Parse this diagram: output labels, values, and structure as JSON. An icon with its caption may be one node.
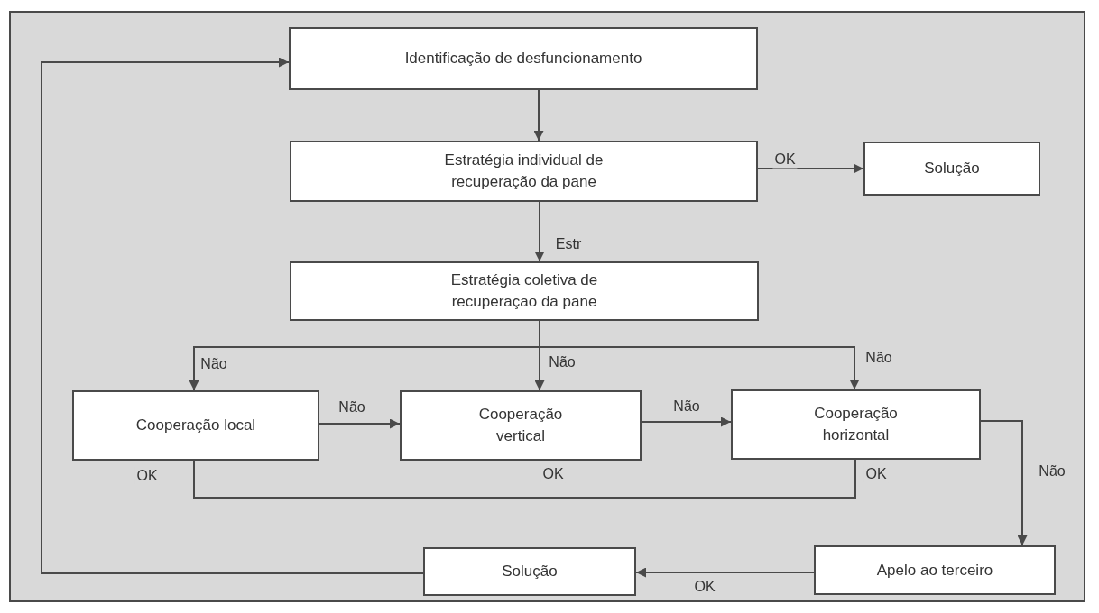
{
  "diagram": {
    "nodes": [
      {
        "text": [
          "Identificação de desfuncionamento"
        ]
      },
      {
        "text": [
          "Estratégia individual de recuperação da pane"
        ]
      },
      {
        "text": [
          "Solução"
        ]
      },
      {
        "text": [
          "Estratégia coletiva de recuperaçao da pane"
        ]
      },
      {
        "text": [
          "Cooperação local"
        ],
        "beside": [
          "OK"
        ]
      },
      {
        "text": [
          "Cooperação vertical"
        ],
        "beside": [
          "OK"
        ]
      },
      {
        "text": [
          "Cooperação horizontal"
        ],
        "beside": [
          "OK"
        ]
      },
      {
        "text": [
          "Solução"
        ]
      },
      {
        "text": [
          "Apelo ao terceiro"
        ]
      }
    ],
    "edges": [
      {
        "from": 0,
        "to": 1,
        "arrow": "to"
      },
      {
        "from": 1,
        "to": 2,
        "arrow": "to",
        "label": "OK"
      },
      {
        "from": 1,
        "to": 3,
        "arrow": "to",
        "label": "Estr"
      },
      {
        "from": 3,
        "to": 4,
        "arrow": "to",
        "label": "Não"
      },
      {
        "from": 3,
        "to": 5,
        "arrow": "to",
        "label": "Não"
      },
      {
        "from": 3,
        "to": 6,
        "arrow": "to",
        "label": "Não"
      },
      {
        "from": 4,
        "to": 5,
        "arrow": "to",
        "label": "Não"
      },
      {
        "from": 5,
        "to": 6,
        "arrow": "to",
        "label": "Não"
      },
      {
        "from": 6,
        "to": 8,
        "arrow": "to",
        "label": "Não"
      },
      {
        "from": 8,
        "to": 7,
        "arrow": "to",
        "label": "OK"
      },
      {
        "from": 7,
        "to": 0,
        "arrow": "to"
      },
      {
        "from": 4,
        "to": 6,
        "arrow": "none"
      }
    ]
  }
}
